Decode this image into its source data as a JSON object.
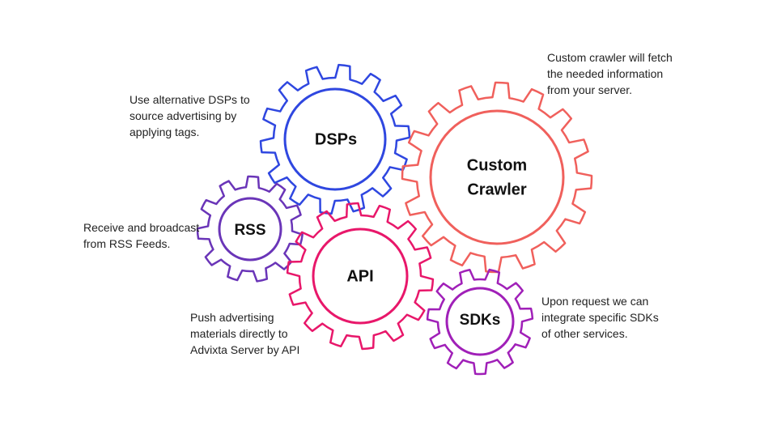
{
  "gears": {
    "dsps": {
      "label": "DSPs",
      "color": "#2f47e0"
    },
    "crawler": {
      "label_line1": "Custom",
      "label_line2": "Crawler",
      "color": "#f0605c"
    },
    "rss": {
      "label": "RSS",
      "color": "#6a35b8"
    },
    "api": {
      "label": "API",
      "color": "#e8176a"
    },
    "sdks": {
      "label": "SDKs",
      "color": "#a020b8"
    }
  },
  "descriptions": {
    "dsps": [
      "Use alternative DSPs to",
      "source advertising by",
      "applying tags."
    ],
    "crawler": [
      "Custom crawler will fetch",
      "the needed information",
      "from your server."
    ],
    "rss": [
      "Receive and broadcast",
      "from RSS Feeds."
    ],
    "api": [
      "Push advertising",
      "materials directly to",
      "Advixta Server by API"
    ],
    "sdks": [
      "Upon request we can",
      "integrate specific SDKs",
      "of other services."
    ]
  }
}
